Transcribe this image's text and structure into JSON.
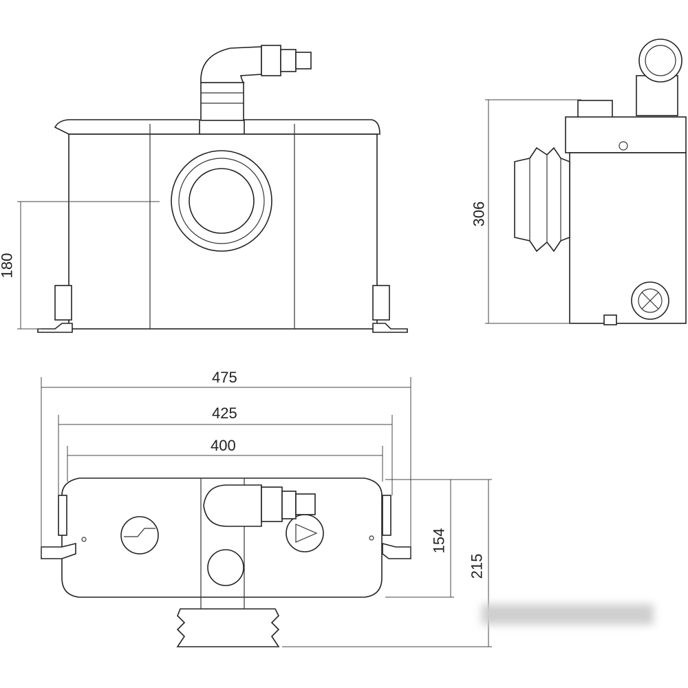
{
  "title": "Sanitary pump dimensional drawing",
  "dimensions": {
    "front_height": "180",
    "side_height": "306",
    "overall_width": "475",
    "feet_width": "425",
    "body_width": "400",
    "body_depth": "154",
    "overall_depth": "215"
  },
  "colors": {
    "line": "#222222",
    "background": "#ffffff"
  }
}
